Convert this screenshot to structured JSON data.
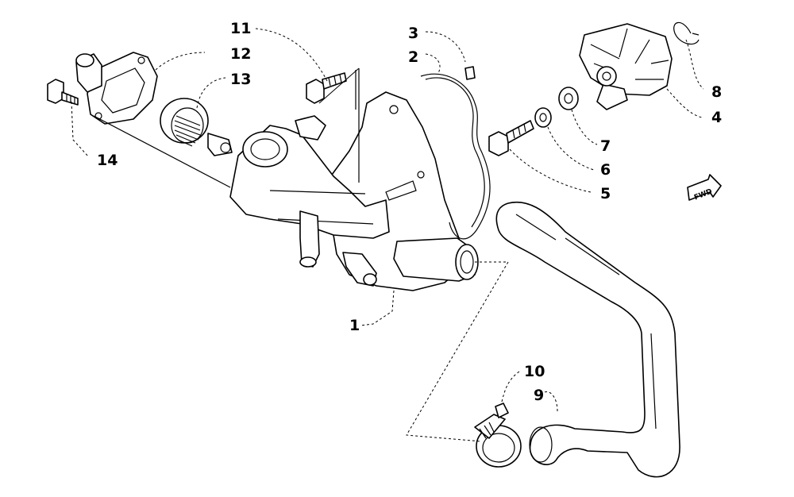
{
  "callouts": {
    "c1": "1",
    "c2": "2",
    "c3": "3",
    "c4": "4",
    "c5": "5",
    "c6": "6",
    "c7": "7",
    "c8": "8",
    "c9": "9",
    "c10": "10",
    "c11": "11",
    "c12": "12",
    "c13": "13",
    "c14": "14"
  },
  "direction_badge": "FWD",
  "colors": {
    "line": "#000000",
    "background": "#ffffff"
  }
}
